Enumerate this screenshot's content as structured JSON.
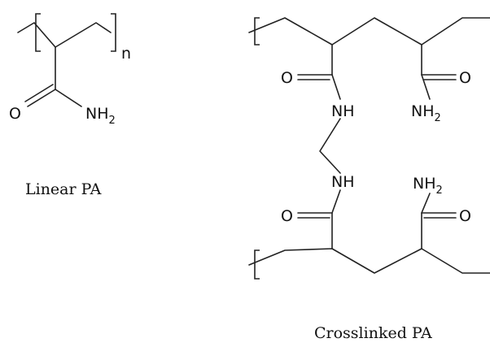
{
  "linear": {
    "caption": "Linear PA",
    "repeat_index": "n",
    "carbonyl_o": "O",
    "amide_n": "NH",
    "amide_sub": "2"
  },
  "crosslinked": {
    "caption": "Crosslinked PA",
    "carbonyl_o": "O",
    "nh": "NH",
    "nh2": "NH",
    "nh2_sub": "2"
  }
}
